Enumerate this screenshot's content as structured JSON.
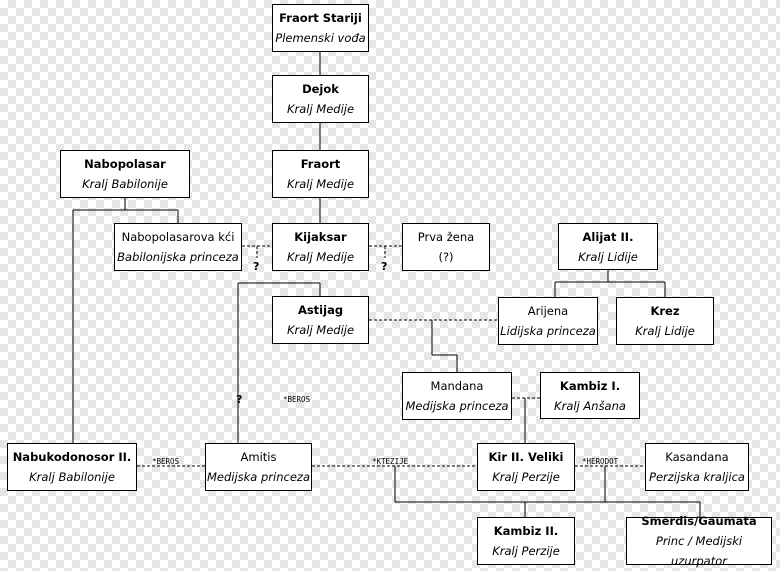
{
  "nodes": {
    "fraort_stariji": {
      "name": "Fraort Stariji",
      "title": "Plemenski vođa"
    },
    "dejok": {
      "name": "Dejok",
      "title": "Kralj Medije"
    },
    "fraort": {
      "name": "Fraort",
      "title": "Kralj Medije"
    },
    "kijaksar": {
      "name": "Kijaksar",
      "title": "Kralj Medije"
    },
    "prva_zena": {
      "name": "Prva žena",
      "title": "(?)"
    },
    "nabopolasar": {
      "name": "Nabopolasar",
      "title": "Kralj Babilonije"
    },
    "nabopolasarova_kci": {
      "name": "Nabopolasarova kći",
      "title": "Babilonijska princeza"
    },
    "alijat": {
      "name": "Alijat II.",
      "title": "Kralj Lidije"
    },
    "astijag": {
      "name": "Astijag",
      "title": "Kralj Medije"
    },
    "arijena": {
      "name": "Arijena",
      "title": "Lidijska princeza"
    },
    "krez": {
      "name": "Krez",
      "title": "Kralj Lidije"
    },
    "mandana": {
      "name": "Mandana",
      "title": "Medijska princeza"
    },
    "kambiz_i": {
      "name": "Kambiz I.",
      "title": "Kralj Anšana"
    },
    "nabukodonosor": {
      "name": "Nabukodonosor II.",
      "title": "Kralj Babilonije"
    },
    "amitis": {
      "name": "Amitis",
      "title": "Medijska princeza"
    },
    "kir": {
      "name": "Kir II. Veliki",
      "title": "Kralj Perzije"
    },
    "kasandana": {
      "name": "Kasandana",
      "title": "Perzijska kraljica"
    },
    "kambiz_ii": {
      "name": "Kambiz II.",
      "title": "Kralj Perzije"
    },
    "smerdis": {
      "name": "Smerdis/Gaumata",
      "title": "Princ / Medijski uzurpator"
    }
  },
  "uncertain_marks": [
    "?",
    "?",
    "?"
  ],
  "source_labels": {
    "beros_amitis": "*BEROS",
    "beros_marriage": "*BEROS",
    "ktezije": "*KTEZIJE",
    "herodot": "*HERODOT"
  }
}
